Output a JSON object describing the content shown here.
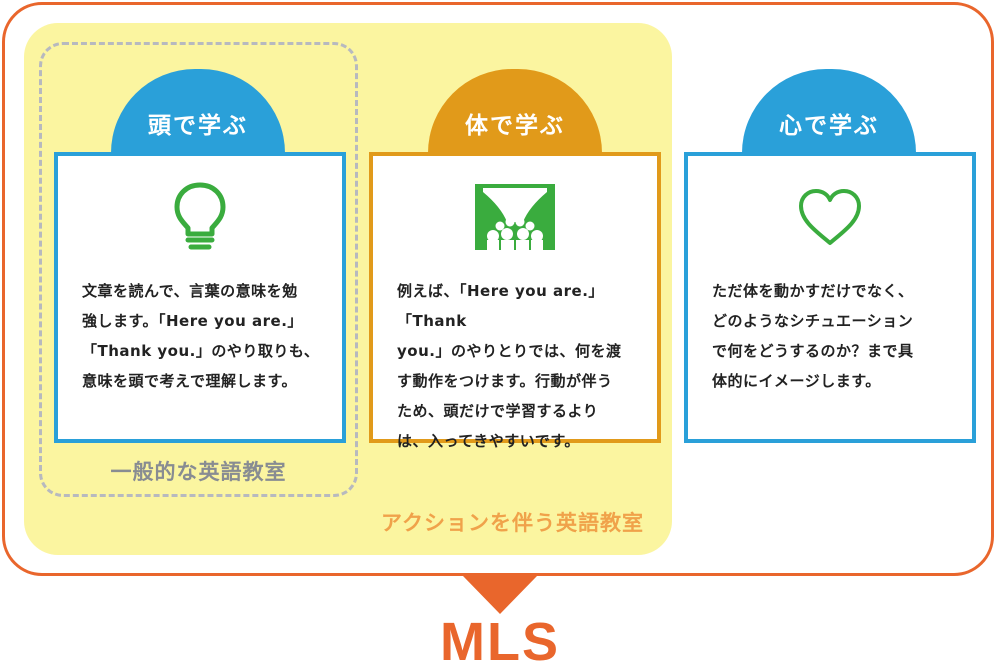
{
  "colors": {
    "orange": "#e9662c",
    "blue": "#2aa0d9",
    "gold": "#e19a1a",
    "yellow": "#fbf5a0",
    "green": "#3aac3e",
    "gray": "#888c92"
  },
  "cards": [
    {
      "tab_label": "頭で学ぶ",
      "icon": "lightbulb-icon",
      "text": "文章を読んで、言葉の意味を勉\n強します。「Here you are.」\n「Thank you.」のやり取りも、\n意味を頭で考えで理解します。"
    },
    {
      "tab_label": "体で学ぶ",
      "icon": "stage-audience-icon",
      "text": "例えば、「Here you are.」「Thank\nyou.」のやりとりでは、何を渡\nす動作をつけます。行動が伴う\nため、頭だけで学習するより\nは、入ってきやすいです。"
    },
    {
      "tab_label": "心で学ぶ",
      "icon": "heart-icon",
      "text": "ただ体を動かすだけでなく、\nどのようなシチュエーション\nで何をどうするのか？まで具\n体的にイメージします。"
    }
  ],
  "groups": {
    "general_class": "一般的な英語教室",
    "action_class": "アクションを伴う英語教室"
  },
  "result": "MLS"
}
